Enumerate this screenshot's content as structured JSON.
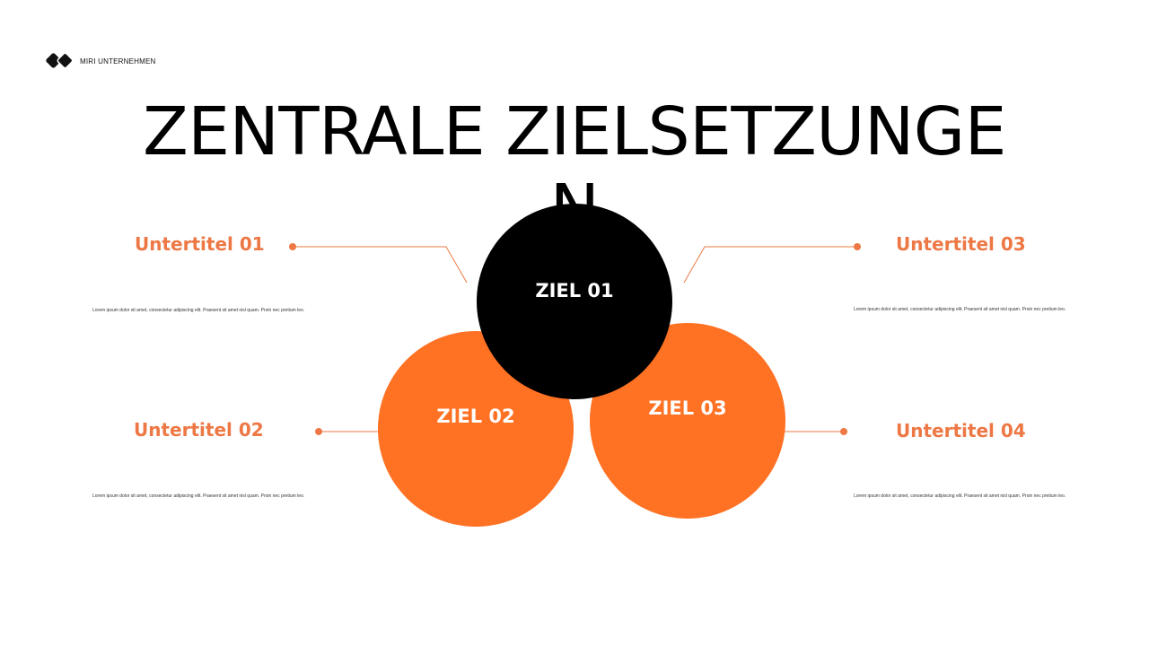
{
  "brand": {
    "name": "MIRI UNTERNEHMEN",
    "logo_icon": "diamond-tiles-logo"
  },
  "title": "ZENTRALE ZIELSETZUNGEN",
  "colors": {
    "accent": "#FF7123",
    "subtitle": "#ED7845",
    "dark": "#000000",
    "connector": "#ED7845"
  },
  "goals": [
    {
      "label": "ZIEL 01",
      "color": "#000000"
    },
    {
      "label": "ZIEL 02",
      "color": "#FF7123"
    },
    {
      "label": "ZIEL 03",
      "color": "#FF7123"
    }
  ],
  "items": [
    {
      "subtitle": "Untertitel 01",
      "body": "Lorem ipsum dolor sit amet, consectetur adipiscing elit. Praesent sit amet nisl quam. Proin nec pretium leo."
    },
    {
      "subtitle": "Untertitel 02",
      "body": "Lorem ipsum dolor sit amet, consectetur adipiscing elit. Praesent sit amet nisl quam. Proin nec pretium leo."
    },
    {
      "subtitle": "Untertitel 03",
      "body": "Lorem ipsum dolor sit amet, consectetur adipiscing elit. Praesent sit amet nisl quam. Proin nec pretium leo."
    },
    {
      "subtitle": "Untertitel 04",
      "body": "Lorem ipsum dolor sit amet, consectetur adipiscing elit. Praesent sit amet nisl quam. Proin nec pretium leo."
    }
  ]
}
